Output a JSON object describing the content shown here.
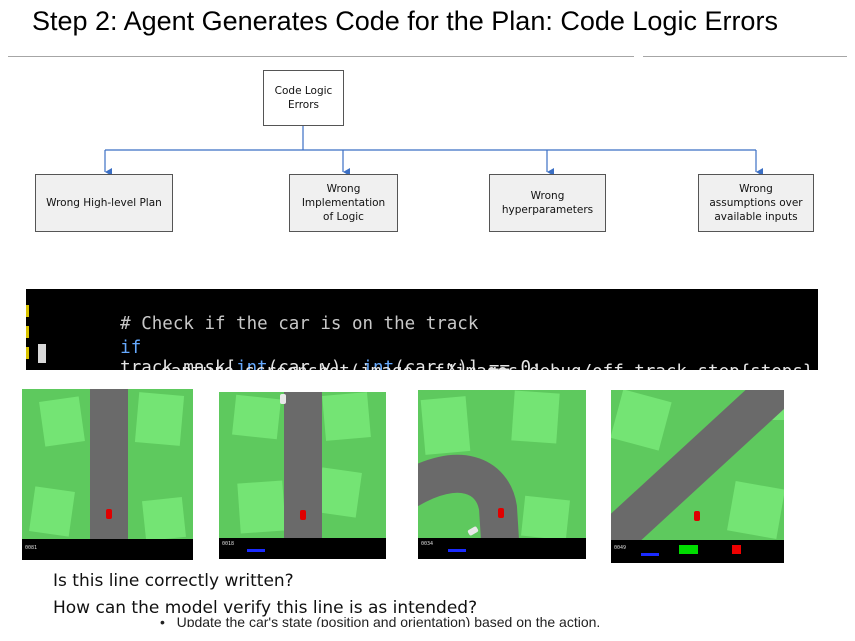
{
  "title": "Step 2: Agent Generates Code for the Plan: Code Logic Errors",
  "diagram": {
    "root": "Code Logic\nErrors",
    "children": [
      "Wrong High-level Plan",
      "Wrong\nImplementation\nof Logic",
      "Wrong\nhyperparameters",
      "Wrong\nassumptions over\navailable inputs"
    ]
  },
  "code": {
    "comment": "# Check if the car is on the track",
    "if_kw": "if",
    "if_mid1": "track_mask[",
    "int1": "int",
    "if_mid2": "(car_y), ",
    "int2": "int",
    "if_mid3": "(car_x)] == 0:",
    "call": "capture_screenshot(image, ",
    "fstring": "f\"images_debug/off-track.step{steps}.png\")",
    "colors": {
      "comment": "#c8c8c8",
      "keyword": "#66aaff",
      "text": "#e6e6e6",
      "string": "#e6e6e6"
    }
  },
  "screenshots": [
    {
      "hud": "0081"
    },
    {
      "hud": "0018"
    },
    {
      "hud": "0034"
    },
    {
      "hud": "0049"
    }
  ],
  "questions": [
    "Is this line correctly written?",
    "How can the model verify this line is as intended?"
  ],
  "truncated_bullet": "Update the car's state (position and orientation) based on the action."
}
